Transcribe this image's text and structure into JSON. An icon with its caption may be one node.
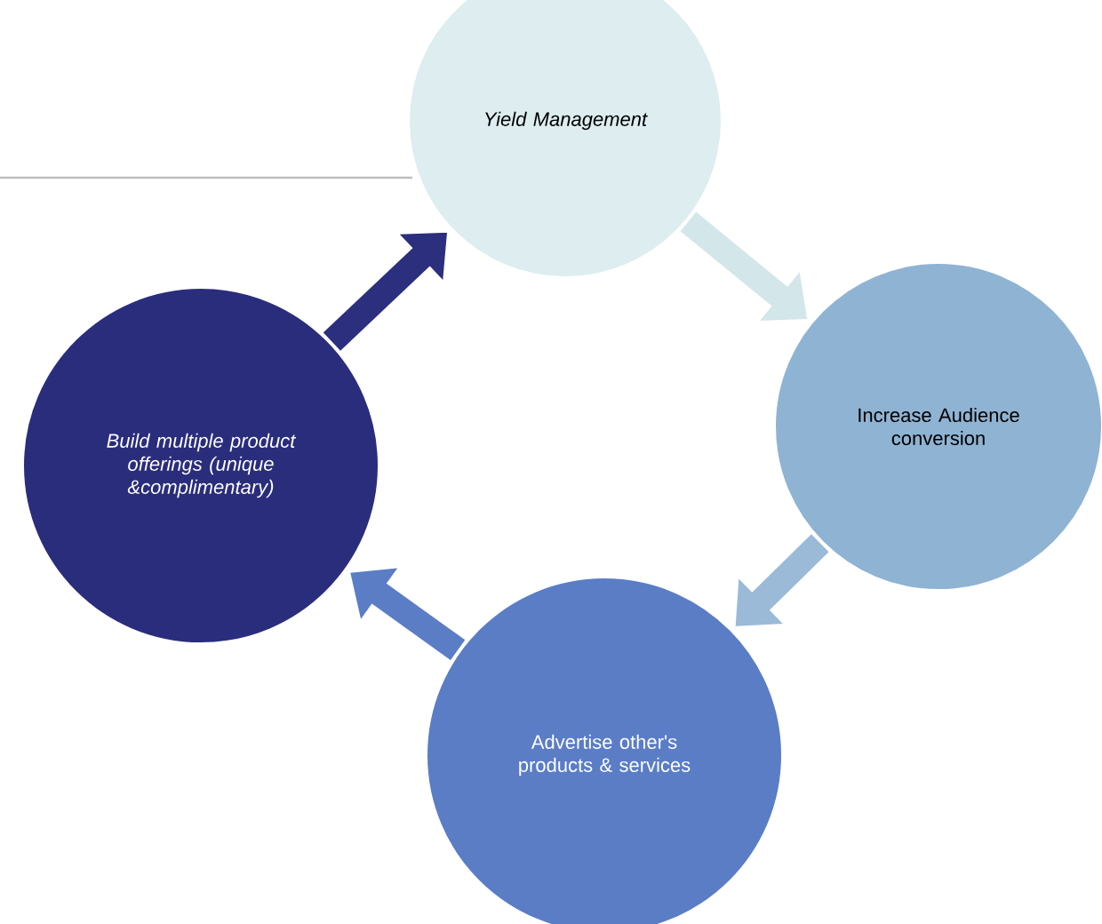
{
  "diagram": {
    "nodes": [
      {
        "text": [
          "Yield Management"
        ]
      },
      {
        "text": [
          "Increase Audience conversion"
        ]
      },
      {
        "text": [
          "Advertise other's products & services"
        ]
      },
      {
        "text": [
          "Build multiple product offerings (unique &complimentary)"
        ]
      }
    ],
    "edges": [
      {
        "from": 3,
        "to": 0,
        "arrow": "to",
        "color": "#2b2f7e"
      },
      {
        "from": 0,
        "to": 1,
        "arrow": "to",
        "color": "#d3e6ea"
      },
      {
        "from": 1,
        "to": 2,
        "arrow": "to",
        "color": "#9bbad8"
      },
      {
        "from": 2,
        "to": 3,
        "arrow": "to",
        "color": "#5b7dc6"
      }
    ]
  }
}
